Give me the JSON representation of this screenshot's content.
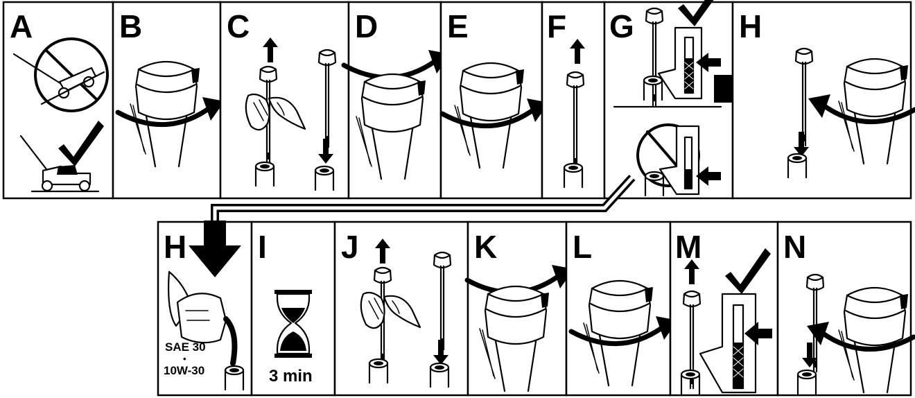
{
  "panels": [
    {
      "id": "A-top",
      "label": "A"
    },
    {
      "id": "B-top",
      "label": "B"
    },
    {
      "id": "C-top",
      "label": "C"
    },
    {
      "id": "D-top",
      "label": "D"
    },
    {
      "id": "E-top",
      "label": "E"
    },
    {
      "id": "F-top",
      "label": "F"
    },
    {
      "id": "G-top",
      "label": "G"
    },
    {
      "id": "H-top",
      "label": "H"
    },
    {
      "id": "H-bottom",
      "label": "H"
    },
    {
      "id": "I-bottom",
      "label": "I"
    },
    {
      "id": "J-bottom",
      "label": "J"
    },
    {
      "id": "K-bottom",
      "label": "K"
    },
    {
      "id": "L-bottom",
      "label": "L"
    },
    {
      "id": "M-bottom",
      "label": "M"
    },
    {
      "id": "N-bottom",
      "label": "N"
    }
  ],
  "oil_labels": {
    "primary": "SAE 30",
    "separator": "•",
    "secondary": "10W-30"
  },
  "wait_label": "3 min"
}
